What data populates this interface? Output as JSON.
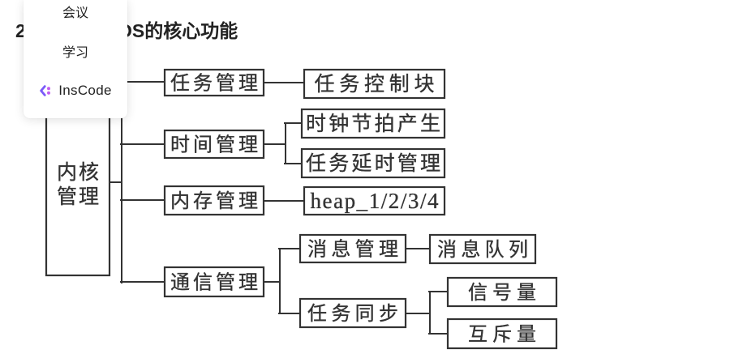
{
  "article": {
    "heading_number": "2",
    "heading_text": "OS的核心功能"
  },
  "popup_menu": {
    "items": [
      {
        "label": "会议"
      },
      {
        "label": "学习"
      },
      {
        "label": "InsCode",
        "icon": "inscode-logo-icon"
      }
    ]
  },
  "diagram": {
    "root": {
      "lines": [
        "内核",
        "管理"
      ]
    },
    "branches": [
      {
        "label": "任务管理",
        "children": [
          {
            "label": "任务控制块"
          }
        ]
      },
      {
        "label": "时间管理",
        "children": [
          {
            "label": "时钟节拍产生"
          },
          {
            "label": "任务延时管理"
          }
        ]
      },
      {
        "label": "内存管理",
        "children": [
          {
            "label": "heap_1/2/3/4"
          }
        ]
      },
      {
        "label": "通信管理",
        "children": [
          {
            "label": "消息管理",
            "children": [
              {
                "label": "消息队列"
              }
            ]
          },
          {
            "label": "任务同步",
            "children": [
              {
                "label": "信号量"
              },
              {
                "label": "互斥量"
              }
            ]
          }
        ]
      }
    ]
  },
  "colors": {
    "heading_text": "#222222",
    "menu_text": "#222222",
    "diagram_ink": "#333333",
    "inscode_icon_primary": "#7a5af8",
    "inscode_icon_secondary": "#c25cf0"
  }
}
